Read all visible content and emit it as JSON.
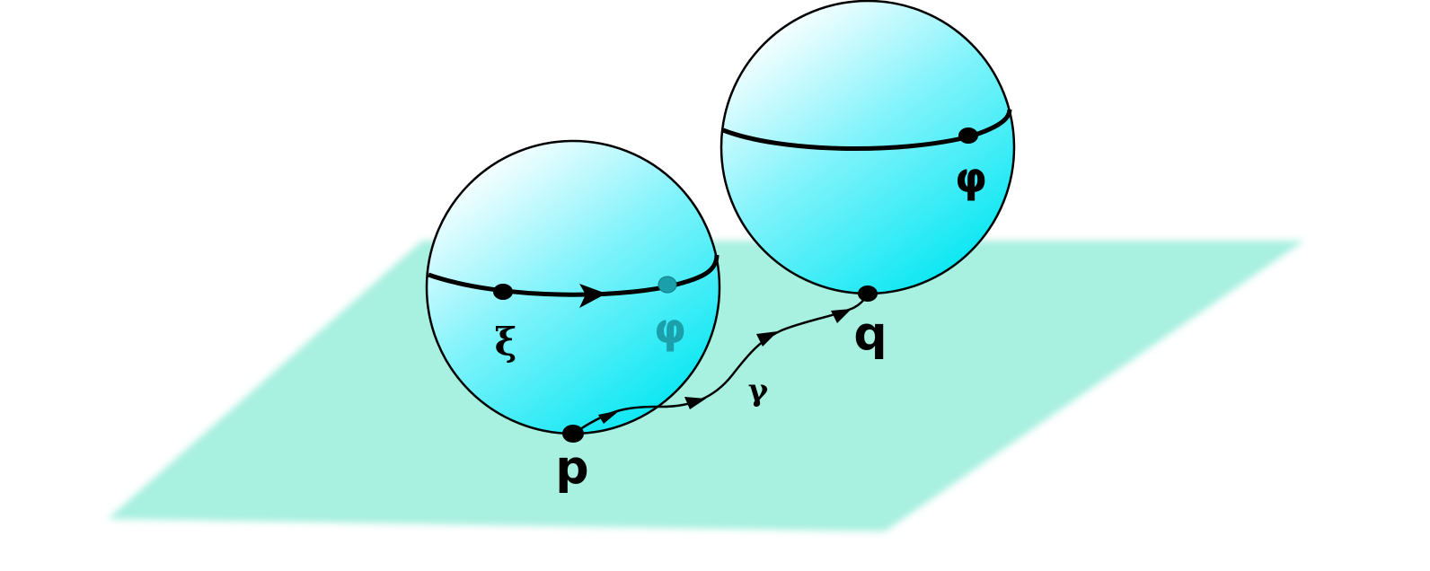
{
  "diagram": {
    "labels": {
      "xi": "ξ",
      "phi_front": "φ",
      "phi_back": "φ",
      "p": "p",
      "q": "q",
      "gamma": "γ"
    },
    "colors": {
      "plane": "#a8f0e0",
      "sphere_light": "#ffffff",
      "sphere_dark": "#00e6f2",
      "stroke": "#000000",
      "phi_back": "#1b9fab"
    }
  }
}
